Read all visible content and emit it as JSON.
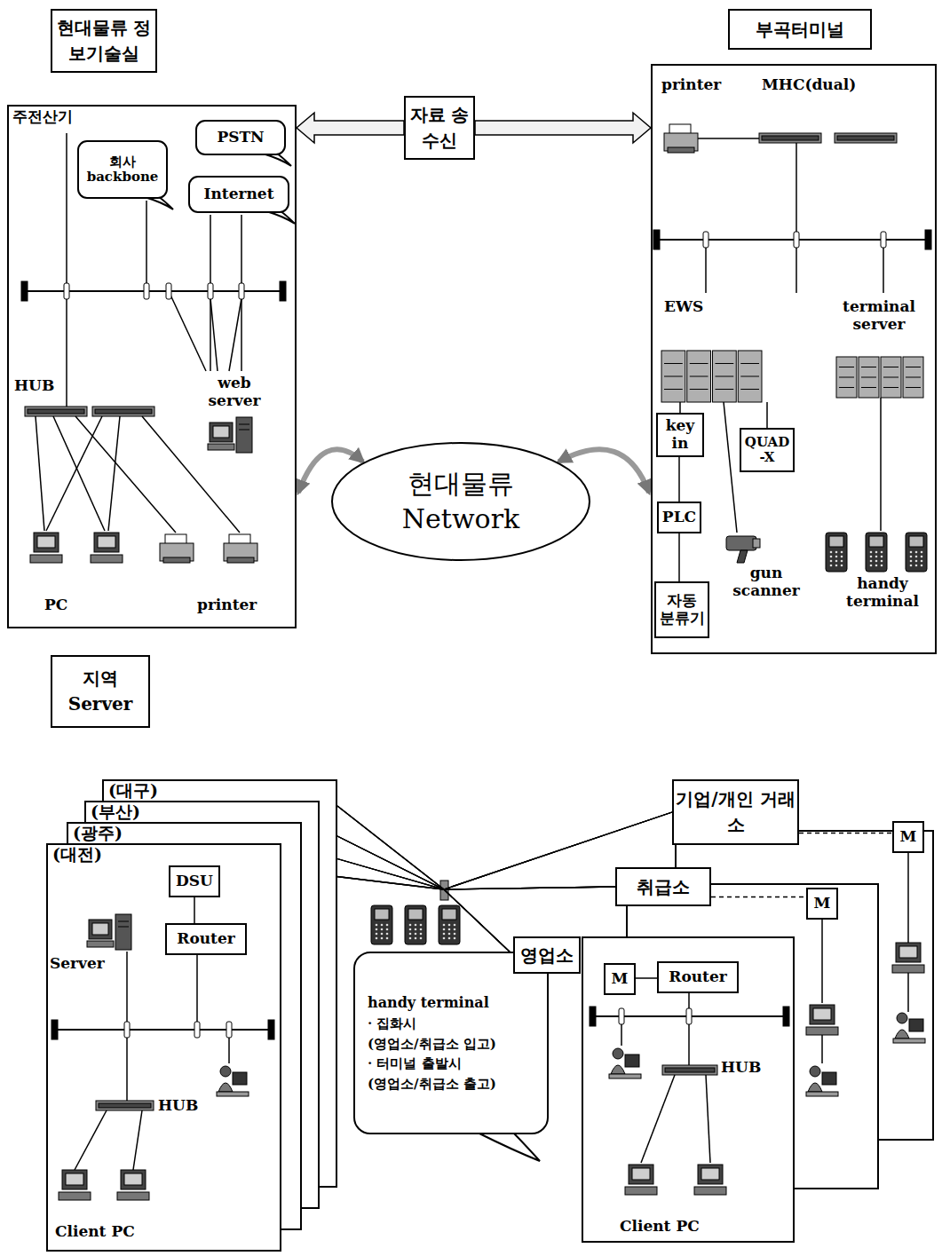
{
  "diagram": {
    "nodes": [
      {
        "text": [
          "현대물류 정보기술실"
        ]
      },
      {
        "text": [
          "주전산기",
          "HUB",
          "web server",
          "PC",
          "printer"
        ]
      },
      {
        "text": [
          "회사 backbone"
        ],
        "in": 1
      },
      {
        "text": [
          "PSTN"
        ],
        "in": 1
      },
      {
        "text": [
          "Internet"
        ],
        "in": 1
      },
      {
        "text": [
          "자료 송수신"
        ]
      },
      {
        "text": [
          "부곡터미널"
        ]
      },
      {
        "text": [
          "printer",
          "MHC(dual)",
          "EWS",
          "terminal server",
          "gun scanner",
          "handy terminal"
        ]
      },
      {
        "text": [
          "key in"
        ],
        "in": 7
      },
      {
        "text": [
          "PLC"
        ],
        "in": 7
      },
      {
        "text": [
          "QUAD -X"
        ],
        "in": 7
      },
      {
        "text": [
          "자동 분류기"
        ],
        "in": 7
      },
      {
        "text": [
          "현대물류 Network"
        ]
      },
      {
        "text": [
          "지역 Server"
        ]
      },
      {
        "text": [
          "(대구)"
        ]
      },
      {
        "text": [
          "(부산)"
        ]
      },
      {
        "text": [
          "(광주)"
        ]
      },
      {
        "text": [
          "(대전)",
          "Server",
          "HUB",
          "Client PC"
        ]
      },
      {
        "text": [
          "DSU"
        ],
        "in": 17
      },
      {
        "text": [
          "Router"
        ],
        "in": 17
      },
      {
        "text": [
          "handy terminal",
          "· 집화시",
          "(영업소/취급소 입고)",
          "· 터미널 출발시",
          "(영업소/취급소 출고)"
        ]
      },
      {
        "text": [
          "기업/개인 거래소"
        ]
      },
      {
        "text": [
          "M"
        ],
        "in": 21
      },
      {
        "text": [
          "취급소"
        ]
      },
      {
        "text": [
          "M"
        ],
        "in": 23
      },
      {
        "text": [
          "영업소",
          "HUB",
          "Client PC"
        ]
      },
      {
        "text": [
          "M"
        ],
        "in": 25
      },
      {
        "text": [
          "Router"
        ],
        "in": 25
      }
    ],
    "edges": [
      {
        "from": 5,
        "to": 1,
        "arrow": "to"
      },
      {
        "from": 5,
        "to": 7,
        "arrow": "to"
      },
      {
        "from": 12,
        "to": 1,
        "arrow": "both"
      },
      {
        "from": 12,
        "to": 7,
        "arrow": "both"
      },
      {
        "from": 8,
        "to": 9,
        "arrow": "none"
      },
      {
        "from": 9,
        "to": 11,
        "arrow": "none"
      },
      {
        "from": 18,
        "to": 19,
        "arrow": "none"
      },
      {
        "from": 14,
        "to": 21,
        "arrow": "none"
      },
      {
        "from": 14,
        "to": 23,
        "arrow": "none"
      },
      {
        "from": 14,
        "to": 25,
        "arrow": "none"
      },
      {
        "from": 15,
        "to": 21,
        "arrow": "none"
      },
      {
        "from": 15,
        "to": 23,
        "arrow": "none"
      },
      {
        "from": 15,
        "to": 25,
        "arrow": "none"
      },
      {
        "from": 16,
        "to": 21,
        "arrow": "none"
      },
      {
        "from": 16,
        "to": 23,
        "arrow": "none"
      },
      {
        "from": 16,
        "to": 25,
        "arrow": "none"
      },
      {
        "from": 17,
        "to": 21,
        "arrow": "none"
      },
      {
        "from": 17,
        "to": 23,
        "arrow": "none"
      },
      {
        "from": 17,
        "to": 25,
        "arrow": "none"
      },
      {
        "from": 21,
        "to": 22,
        "arrow": "none"
      },
      {
        "from": 23,
        "to": 24,
        "arrow": "none"
      },
      {
        "from": 26,
        "to": 27,
        "arrow": "none"
      }
    ]
  }
}
